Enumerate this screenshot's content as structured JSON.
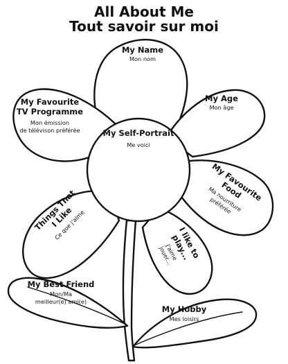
{
  "title": {
    "en": "All About Me",
    "fr": "Tout savoir sur moi"
  },
  "center": {
    "heading": "My Self-Portrait",
    "sub": "Me voici"
  },
  "petals": {
    "name": {
      "heading": "My Name",
      "sub": "Mon nom"
    },
    "age": {
      "heading": "My Age",
      "sub": "Mon âge"
    },
    "tv": {
      "heading_1": "My Favourite",
      "heading_2": "TV Programme",
      "sub_1": "Mon émission",
      "sub_2": "de télévison préférée"
    },
    "food": {
      "heading_1": "My Favourite",
      "heading_2": "Food",
      "sub_1": "Ma nourriture",
      "sub_2": "préférée"
    },
    "things": {
      "heading_1": "Things That",
      "heading_2": "I Like",
      "sub": "Ce que j'aime"
    },
    "play": {
      "heading_1": "I like to",
      "heading_2": "play...",
      "sub_1": "J'aime",
      "sub_2": "jouer..."
    }
  },
  "leaves": {
    "friend": {
      "heading": "My Best Friend",
      "sub_1": "Mon/Ma",
      "sub_2": "meilleur(e) ami(e)"
    },
    "hobby": {
      "heading": "My Hobby",
      "sub": "Mes loisirs"
    }
  }
}
